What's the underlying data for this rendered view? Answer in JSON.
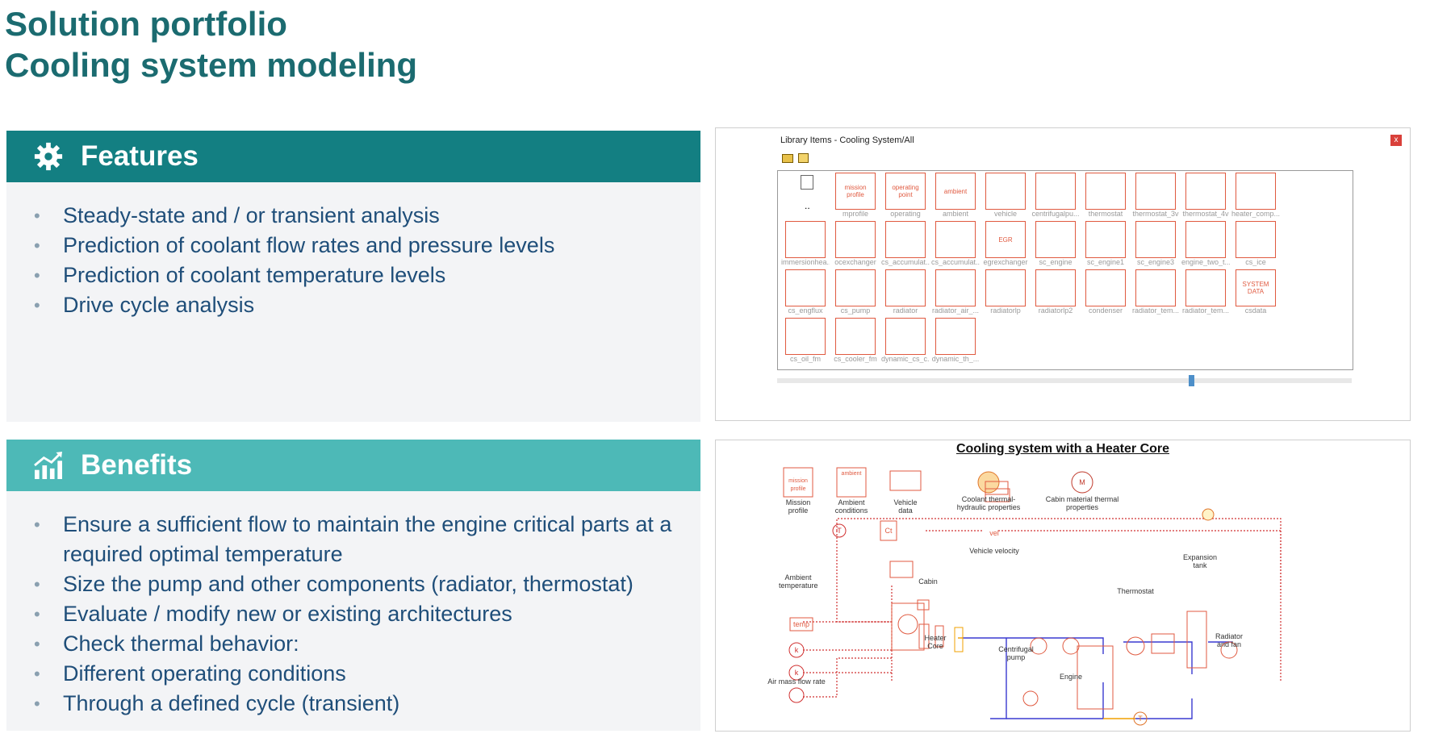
{
  "title": {
    "line1": "Solution portfolio",
    "line2": "Cooling system modeling"
  },
  "colors": {
    "title": "#1b6b70",
    "features_header": "#137f82",
    "benefits_header": "#4db9b7",
    "bullet_text": "#1f4e79",
    "component": "#e05a40"
  },
  "features": {
    "header": "Features",
    "icon": "gear-icon",
    "items": [
      "Steady-state and / or transient analysis",
      "Prediction of coolant flow rates and pressure levels",
      "Prediction of coolant temperature levels",
      "Drive cycle analysis"
    ]
  },
  "benefits": {
    "header": "Benefits",
    "icon": "chart-growth-icon",
    "items": [
      "Ensure a sufficient flow to maintain the engine critical parts at a required optimal temperature",
      "Size the pump and other components (radiator, thermostat)",
      "Evaluate / modify new or existing architectures",
      "Check thermal behavior:",
      "Different operating conditions",
      "Through a defined cycle (transient)"
    ]
  },
  "library": {
    "window_title": "Library Items - Cooling System/All",
    "close": "x",
    "parent_dir": "..",
    "items": [
      {
        "label": "mprofile",
        "box": "mission profile"
      },
      {
        "label": "operating",
        "box": "operating point"
      },
      {
        "label": "ambient",
        "box": "ambient"
      },
      {
        "label": "vehicle",
        "box": ""
      },
      {
        "label": "centrifugalpu...",
        "box": ""
      },
      {
        "label": "thermostat",
        "box": ""
      },
      {
        "label": "thermostat_3v",
        "box": ""
      },
      {
        "label": "thermostat_4v",
        "box": ""
      },
      {
        "label": "heater_comp...",
        "box": ""
      },
      {
        "label": "immersionhea...",
        "box": ""
      },
      {
        "label": "ocexchanger",
        "box": ""
      },
      {
        "label": "cs_accumulat...",
        "box": ""
      },
      {
        "label": "cs_accumulat...",
        "box": ""
      },
      {
        "label": "egrexchanger",
        "box": "EGR"
      },
      {
        "label": "sc_engine",
        "box": ""
      },
      {
        "label": "sc_engine1",
        "box": ""
      },
      {
        "label": "sc_engine3",
        "box": ""
      },
      {
        "label": "engine_two_t...",
        "box": ""
      },
      {
        "label": "cs_ice",
        "box": ""
      },
      {
        "label": "cs_engflux",
        "box": ""
      },
      {
        "label": "cs_pump",
        "box": ""
      },
      {
        "label": "radiator",
        "box": ""
      },
      {
        "label": "radiator_air_...",
        "box": ""
      },
      {
        "label": "radiatorlp",
        "box": ""
      },
      {
        "label": "radiatorlp2",
        "box": ""
      },
      {
        "label": "condenser",
        "box": ""
      },
      {
        "label": "radiator_tem...",
        "box": ""
      },
      {
        "label": "radiator_tem...",
        "box": ""
      },
      {
        "label": "csdata",
        "box": "SYSTEM DATA"
      },
      {
        "label": "cs_oil_fm",
        "box": ""
      },
      {
        "label": "cs_cooler_fm",
        "box": ""
      },
      {
        "label": "dynamic_cs_c...",
        "box": ""
      },
      {
        "label": "dynamic_th_...",
        "box": ""
      }
    ]
  },
  "diagram": {
    "title": "Cooling system with a Heater Core",
    "top_items": [
      {
        "label": "Mission profile",
        "box": "mission profile"
      },
      {
        "label": "Ambient conditions",
        "box": "ambient"
      },
      {
        "label": "Vehicle data",
        "box": ""
      },
      {
        "label": "Coolant thermal-hydraulic properties",
        "box": ""
      },
      {
        "label": "Cabin material thermal properties",
        "box": "M"
      }
    ],
    "labels": {
      "vehicle_velocity": "Vehicle velocity",
      "vel": "vel",
      "expansion_tank": "Expansion tank",
      "ambient_temperature": "Ambient temperature",
      "temp": "temp",
      "cabin": "Cabin",
      "thermostat": "Thermostat",
      "heater_core": "Heater Core",
      "centrifugal_pump": "Centrifugal pump",
      "engine": "Engine",
      "radiator_fan": "Radiator and fan",
      "air_mass_flow": "Air mass flow rate",
      "k1": "k",
      "k2": "k",
      "t1": "T",
      "t2": "T",
      "ct": "Ct"
    }
  }
}
